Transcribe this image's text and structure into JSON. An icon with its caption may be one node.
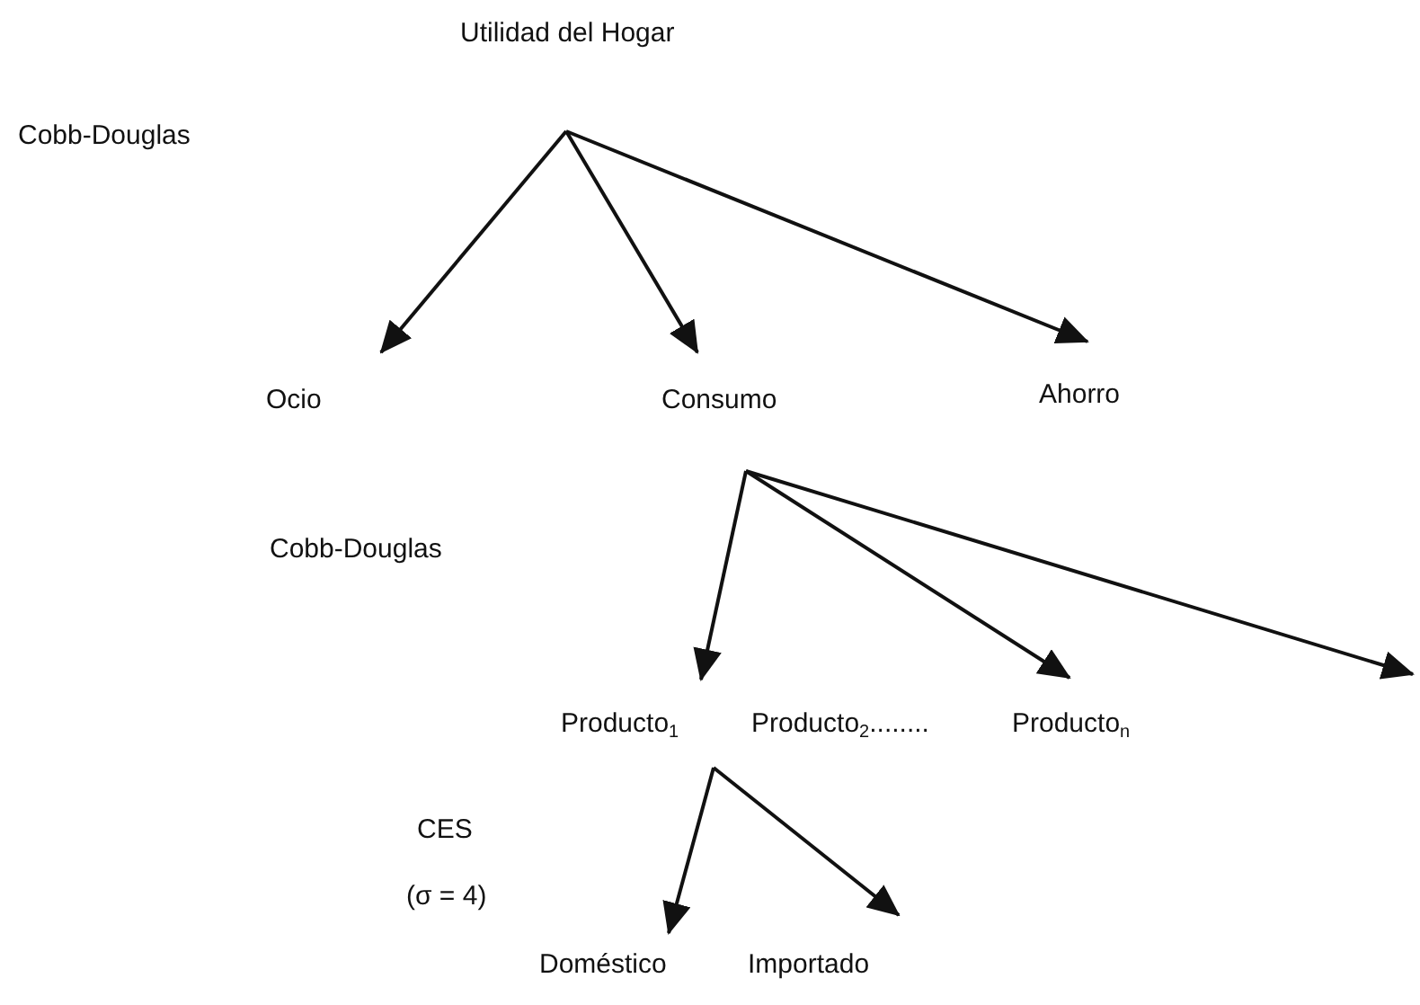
{
  "diagram": {
    "nodes": [
      {
        "text": [
          "Utilidad del Hogar"
        ]
      },
      {
        "text": [
          "Ocio"
        ]
      },
      {
        "text": [
          "Consumo"
        ]
      },
      {
        "text": [
          "Ahorro"
        ]
      },
      {
        "text": [
          "Producto$_{1}$"
        ]
      },
      {
        "text": [
          "Producto$_{2}$........"
        ]
      },
      {
        "text": [
          "Producto$_{n}$"
        ]
      },
      {
        "text": [
          "Doméstico"
        ]
      },
      {
        "text": [
          "Importado"
        ]
      }
    ],
    "edges": [
      {
        "from": 0,
        "to": 1,
        "arrow": "to"
      },
      {
        "from": 0,
        "to": 2,
        "arrow": "to"
      },
      {
        "from": 0,
        "to": 3,
        "arrow": "to"
      },
      {
        "from": 2,
        "to": 4,
        "arrow": "to"
      },
      {
        "from": 2,
        "to": 6,
        "arrow": "to"
      },
      {
        "from": 2,
        "to": null,
        "arrow": "to"
      },
      {
        "from": 4,
        "to": 7,
        "arrow": "to"
      },
      {
        "from": 4,
        "to": 8,
        "arrow": "to"
      }
    ],
    "labels": [
      "Cobb-Douglas",
      "Cobb-Douglas",
      "CES",
      "(σ = 4)"
    ]
  }
}
